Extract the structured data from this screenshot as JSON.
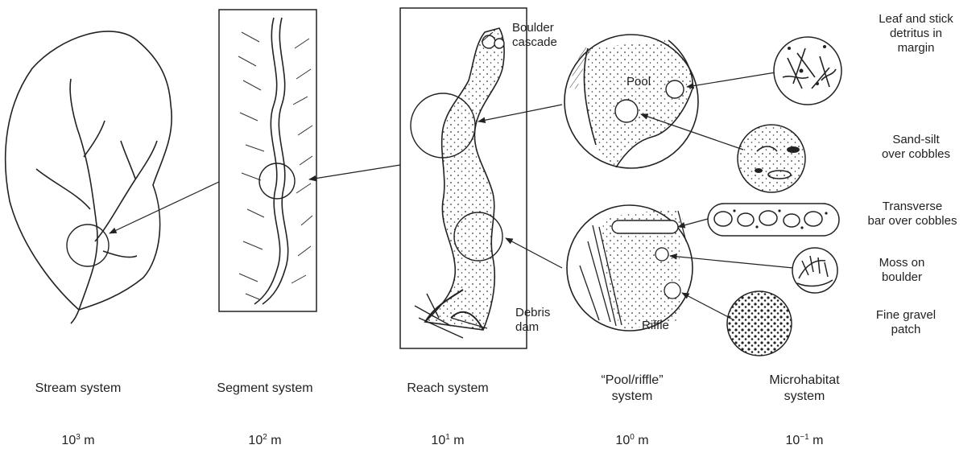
{
  "systems": [
    {
      "name": "Stream system",
      "scale_base": "10",
      "scale_exp": "3",
      "scale_unit": "m"
    },
    {
      "name": "Segment system",
      "scale_base": "10",
      "scale_exp": "2",
      "scale_unit": "m"
    },
    {
      "name": "Reach system",
      "scale_base": "10",
      "scale_exp": "1",
      "scale_unit": "m"
    },
    {
      "name_line1": "“Pool/riffle”",
      "name_line2": "system",
      "scale_base": "10",
      "scale_exp": "0",
      "scale_unit": "m"
    },
    {
      "name_line1": "Microhabitat",
      "name_line2": "system",
      "scale_base": "10",
      "scale_exp": "−1",
      "scale_unit": "m"
    }
  ],
  "reach_labels": {
    "boulder_1": "Boulder",
    "boulder_2": "cascade",
    "debris_1": "Debris",
    "debris_2": "dam"
  },
  "pool_riffle_labels": {
    "pool": "Pool",
    "riffle": "Riffle"
  },
  "microhabitat_labels": {
    "leaf_1": "Leaf and stick",
    "leaf_2": "detritus in",
    "leaf_3": "margin",
    "sand_1": "Sand-silt",
    "sand_2": "over cobbles",
    "bar_1": "Transverse",
    "bar_2": "bar over cobbles",
    "moss_1": "Moss on",
    "moss_2": "boulder",
    "gravel_1": "Fine gravel",
    "gravel_2": "patch"
  }
}
